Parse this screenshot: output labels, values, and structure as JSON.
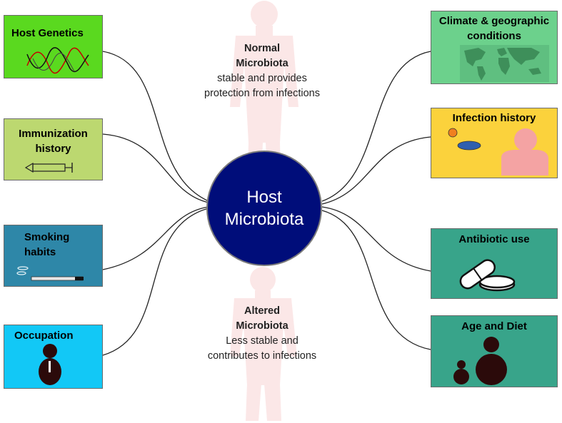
{
  "hub": {
    "label": "Host\nMicrobiota",
    "color": "#000d7a"
  },
  "normal": {
    "title": "Normal\nMicrobiota",
    "text": "stable and provides\nprotection from infections"
  },
  "altered": {
    "title": "Altered\nMicrobiota",
    "text": "Less stable and\ncontributes to infections"
  },
  "factors_left": [
    {
      "label": "Host Genetics",
      "color": "#5ad91f",
      "icon": "dna-icon"
    },
    {
      "label": "Immunization\nhistory",
      "color": "#bcd870",
      "icon": "syringe-icon"
    },
    {
      "label": "Smoking\nhabits",
      "color": "#2e87a8",
      "icon": "cigarette-icon"
    },
    {
      "label": "Occupation",
      "color": "#12c8f6",
      "icon": "worker-icon"
    }
  ],
  "factors_right": [
    {
      "label": "Climate & geographic\nconditions",
      "color": "#6cd18c",
      "icon": "world-map-icon"
    },
    {
      "label": "Infection history",
      "color": "#fbd23c",
      "icon": "infection-person-icon"
    },
    {
      "label": "Antibiotic use",
      "color": "#38a48a",
      "icon": "pill-icon"
    },
    {
      "label": "Age and Diet",
      "color": "#38a48a",
      "icon": "people-icon"
    }
  ]
}
